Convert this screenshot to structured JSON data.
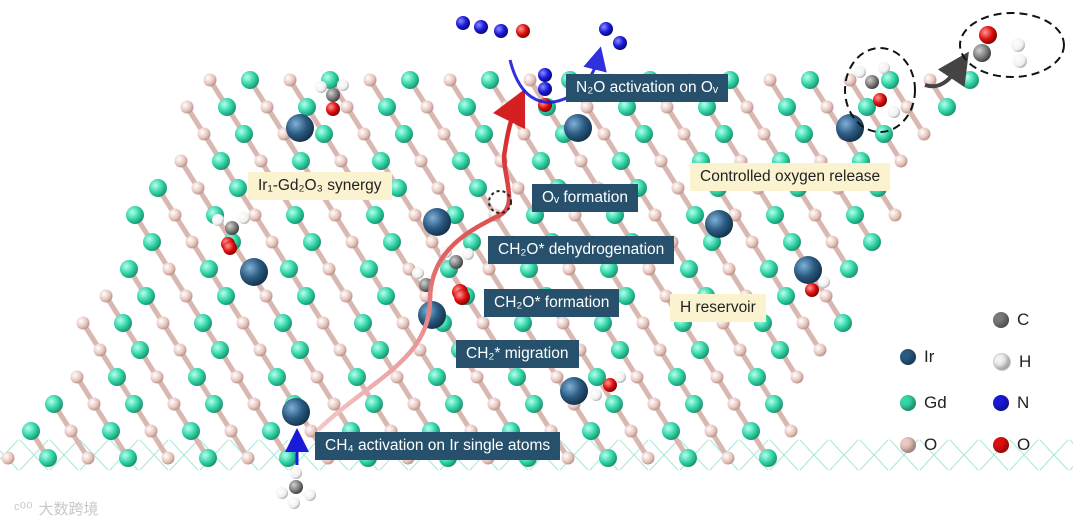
{
  "labels": {
    "n2o_activation": "N₂O activation on Oᵥ",
    "ov_formation": "Oᵥ formation",
    "ch2o_dehydrogenation": "CH₂O* dehydrogenation",
    "ch2o_formation": "CH₂O* formation",
    "ch2_migration": "CH₂* migration",
    "ch4_activation": "CH₄ activation on Ir single atoms",
    "synergy": "Ir₁-Gd₂O₃ synergy",
    "oxygen_release": "Controlled oxygen release",
    "h_reservoir": "H reservoir"
  },
  "legend": [
    {
      "symbol": "Ir",
      "color": "#2b5a80"
    },
    {
      "symbol": "Gd",
      "color": "#35d6a8"
    },
    {
      "symbol": "O",
      "color": "#e8c8c0"
    },
    {
      "symbol": "C",
      "color": "#7a7a7a"
    },
    {
      "symbol": "H",
      "color": "#f2f2f2"
    },
    {
      "symbol": "N",
      "color": "#1a1adb"
    },
    {
      "symbol": "O",
      "color": "#e01010"
    }
  ],
  "watermark": "大数跨境",
  "colors": {
    "ir": "#2b5a80",
    "gd": "#35d6a8",
    "o_lattice": "#e8c8c0",
    "carbon": "#7a7a7a",
    "hydrogen": "#f2f2f2",
    "nitrogen": "#1a1adb",
    "oxygen": "#e01010",
    "label_dark": "#26506b",
    "label_light": "#fbf3cf",
    "path_red": "#d42020",
    "path_blue": "#1a1adb"
  }
}
